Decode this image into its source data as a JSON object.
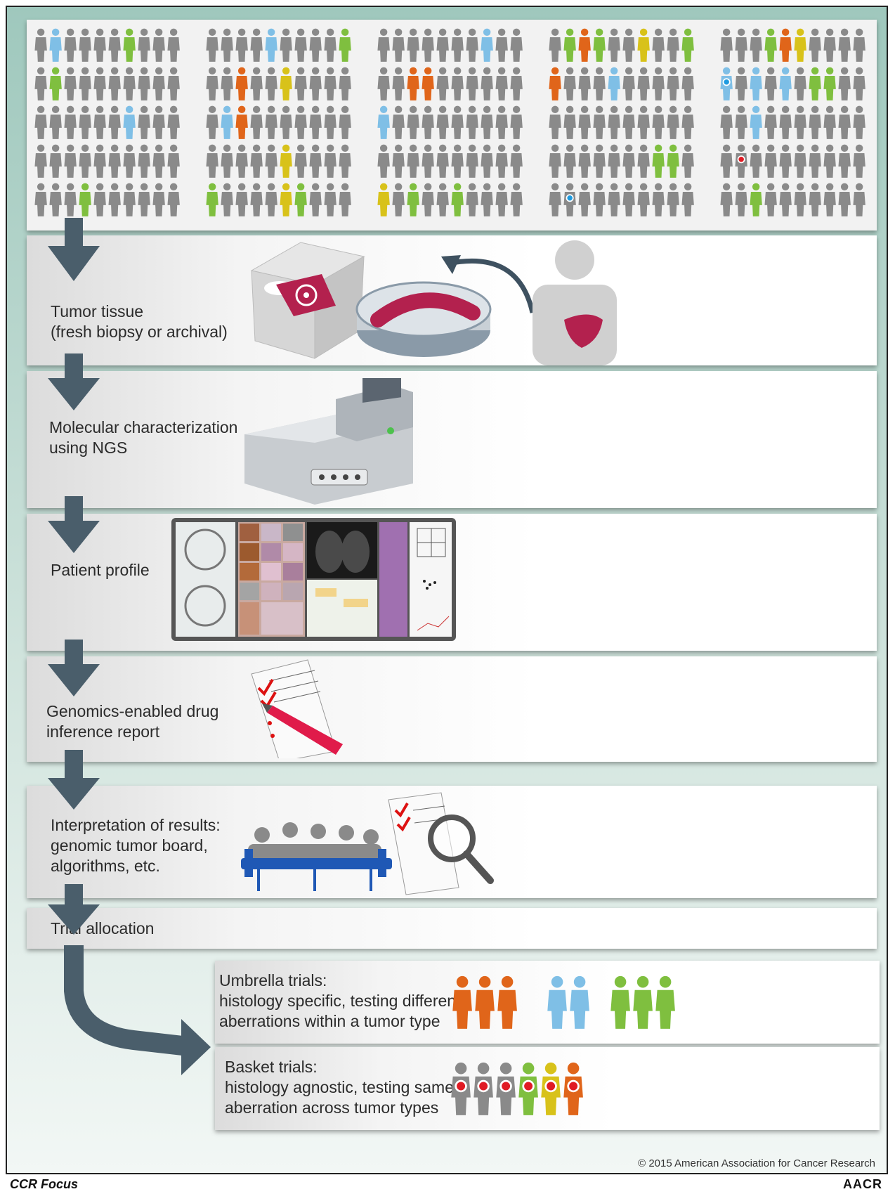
{
  "steps": {
    "tissue": "Tumor tissue\n(fresh biopsy or archival)",
    "ngs": "Molecular characterization\nusing NGS",
    "profile": "Patient profile",
    "report": "Genomics-enabled drug\ninference report",
    "interpretation": "Interpretation of results:\ngenomic tumor board,\nalgorithms, etc.",
    "allocation": "Trial allocation"
  },
  "trials": {
    "umbrella": "Umbrella trials:\nhistology specific, testing different\naberrations within a tumor type",
    "basket": "Basket trials:\nhistology agnostic, testing same\naberration across tumor types"
  },
  "copyright": "© 2015 American Association for Cancer Research",
  "footer": {
    "left": "CCR Focus",
    "right": "AACR"
  },
  "colors": {
    "gray_person": "#8a8a8a",
    "blue": "#7fbfe6",
    "green": "#7fbf3f",
    "orange": "#e0651a",
    "yellow": "#d8c21a",
    "red_dot": "#e01b24",
    "arrow": "#4a5e6b",
    "tissue": "#b3214e"
  },
  "icons": [
    "biohazard-icon",
    "petri-dish-icon",
    "sequencer-icon",
    "report-pen-icon",
    "magnifier-icon",
    "meeting-table-icon"
  ]
}
